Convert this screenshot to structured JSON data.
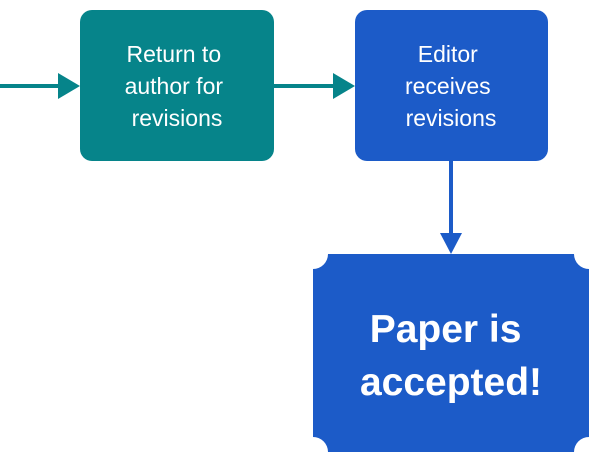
{
  "nodes": {
    "return_to_author": {
      "lines": [
        "Return to",
        "author for",
        "revisions"
      ],
      "color": "#06848A"
    },
    "editor_receives": {
      "lines": [
        "Editor",
        "receives",
        "revisions"
      ],
      "color": "#1C5BC8"
    },
    "paper_accepted": {
      "lines": [
        "Paper is",
        "accepted!"
      ],
      "color": "#1C5BC8"
    }
  },
  "edges": [
    {
      "from": "offscreen-left",
      "to": "return_to_author",
      "color": "#06848A"
    },
    {
      "from": "return_to_author",
      "to": "editor_receives",
      "color": "#06848A"
    },
    {
      "from": "editor_receives",
      "to": "paper_accepted",
      "color": "#1C5BC8"
    }
  ]
}
